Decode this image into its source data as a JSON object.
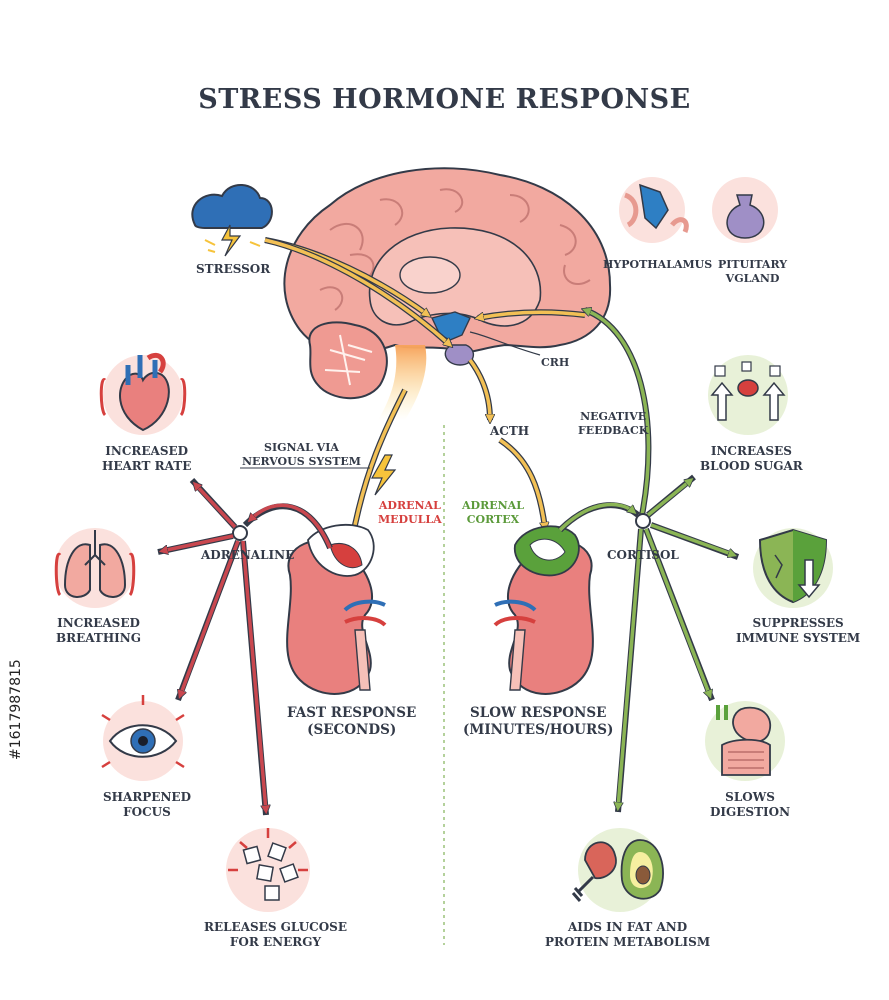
{
  "title": "STRESS HORMONE RESPONSE",
  "labels": {
    "stressor": "STRESSOR",
    "hypothalamus": "HYPOTHALAMUS",
    "pituitary_1": "PITUITARY",
    "pituitary_2": "VGLAND",
    "crh": "CRH",
    "acth": "ACTH",
    "negative_feedback_1": "NEGATIVE",
    "negative_feedback_2": "FEEDBACK",
    "signal_1": "SIGNAL VIA",
    "signal_2": "NERVOUS SYSTEM",
    "adrenal_medulla_1": "ADRENAL",
    "adrenal_medulla_2": "MEDULLA",
    "adrenal_cortex_1": "ADRENAL",
    "adrenal_cortex_2": "CORTEX",
    "adrenaline": "ADRENALINE",
    "cortisol": "CORTISOL",
    "fast_1": "FAST RESPONSE",
    "fast_2": "(SECONDS)",
    "slow_1": "SLOW RESPONSE",
    "slow_2": "(MINUTES/HOURS)"
  },
  "effects": {
    "heart_1": "INCREASED",
    "heart_2": "HEART RATE",
    "breath_1": "INCREASED",
    "breath_2": "BREATHING",
    "focus_1": "SHARPENED",
    "focus_2": "FOCUS",
    "glucose_1": "RELEASES GLUCOSE",
    "glucose_2": "FOR ENERGY",
    "sugar_1": "INCREASES",
    "sugar_2": "BLOOD SUGAR",
    "immune_1": "SUPPRESSES",
    "immune_2": "IMMUNE SYSTEM",
    "digest_1": "SLOWS",
    "digest_2": "DIGESTION",
    "fat_1": "AIDS IN FAT AND",
    "fat_2": "PROTEIN METABOLISM"
  },
  "side_text": "#1617987815",
  "colors": {
    "text": "#333a48",
    "adrenaline_arrow": "#c9474f",
    "cortisol_arrow": "#7fa84a",
    "signal_arrow": "#f2c055",
    "brain": "#f2a9a0",
    "kidney": "#e9807e",
    "medulla_label": "#d6403e",
    "cortex_label": "#5b9a3a"
  }
}
